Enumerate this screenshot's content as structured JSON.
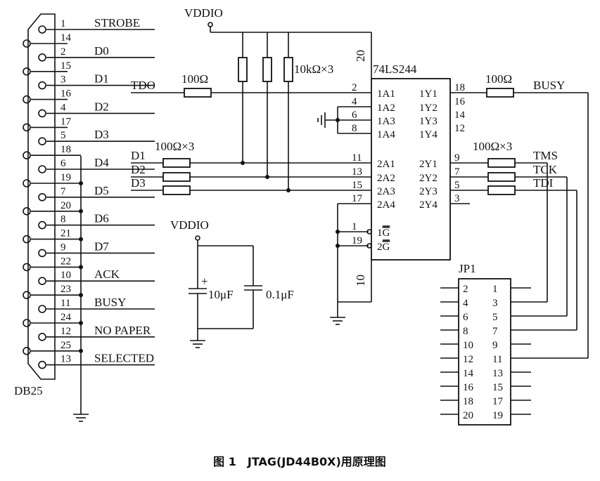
{
  "vddio_label": "VDDIO",
  "db25": {
    "name": "DB25",
    "top_pins": [
      "1",
      "2",
      "3",
      "4",
      "5",
      "6",
      "7",
      "8",
      "9",
      "10",
      "11",
      "12",
      "13"
    ],
    "bottom_pins": [
      "14",
      "15",
      "16",
      "17",
      "18",
      "19",
      "20",
      "21",
      "22",
      "23",
      "24",
      "25"
    ],
    "signals": [
      "STROBE",
      "D0",
      "D1",
      "D2",
      "D3",
      "D4",
      "D5",
      "D6",
      "D7",
      "ACK",
      "BUSY",
      "NO PAPER",
      "SELECTED"
    ]
  },
  "chip": {
    "name": "74LS244",
    "vcc_pin": "20",
    "gnd_pin": "10",
    "left_pins": [
      {
        "num": "2",
        "name": "1A1"
      },
      {
        "num": "4",
        "name": "1A2"
      },
      {
        "num": "6",
        "name": "1A3"
      },
      {
        "num": "8",
        "name": "1A4"
      },
      {
        "num": "11",
        "name": "2A1"
      },
      {
        "num": "13",
        "name": "2A2"
      },
      {
        "num": "15",
        "name": "2A3"
      },
      {
        "num": "17",
        "name": "2A4"
      },
      {
        "num": "1",
        "name": "1G"
      },
      {
        "num": "19",
        "name": "2G"
      }
    ],
    "right_pins": [
      {
        "num": "18",
        "name": "1Y1"
      },
      {
        "num": "16",
        "name": "1Y2"
      },
      {
        "num": "14",
        "name": "1Y3"
      },
      {
        "num": "12",
        "name": "1Y4"
      },
      {
        "num": "9",
        "name": "2Y1"
      },
      {
        "num": "7",
        "name": "2Y2"
      },
      {
        "num": "5",
        "name": "2Y3"
      },
      {
        "num": "3",
        "name": "2Y4"
      }
    ]
  },
  "labels": {
    "tdo": "TDO",
    "res_tdo": "100Ω",
    "res_pullup": "10kΩ×3",
    "res_data": "100Ω×3",
    "d1": "D1",
    "d2": "D2",
    "d3": "D3",
    "res_busy": "100Ω",
    "busy": "BUSY",
    "res_out": "100Ω×3",
    "tms": "TMS",
    "tck": "TCK",
    "tdi": "TDI",
    "cap_large": "10μF",
    "cap_small": "0.1μF",
    "cap_plus": "+"
  },
  "jp1": {
    "name": "JP1",
    "left": [
      "2",
      "4",
      "6",
      "8",
      "10",
      "12",
      "14",
      "16",
      "18",
      "20"
    ],
    "right": [
      "1",
      "3",
      "5",
      "7",
      "9",
      "11",
      "13",
      "15",
      "17",
      "19"
    ]
  },
  "caption": "图 1　JTAG(JD44B0X)用原理图"
}
